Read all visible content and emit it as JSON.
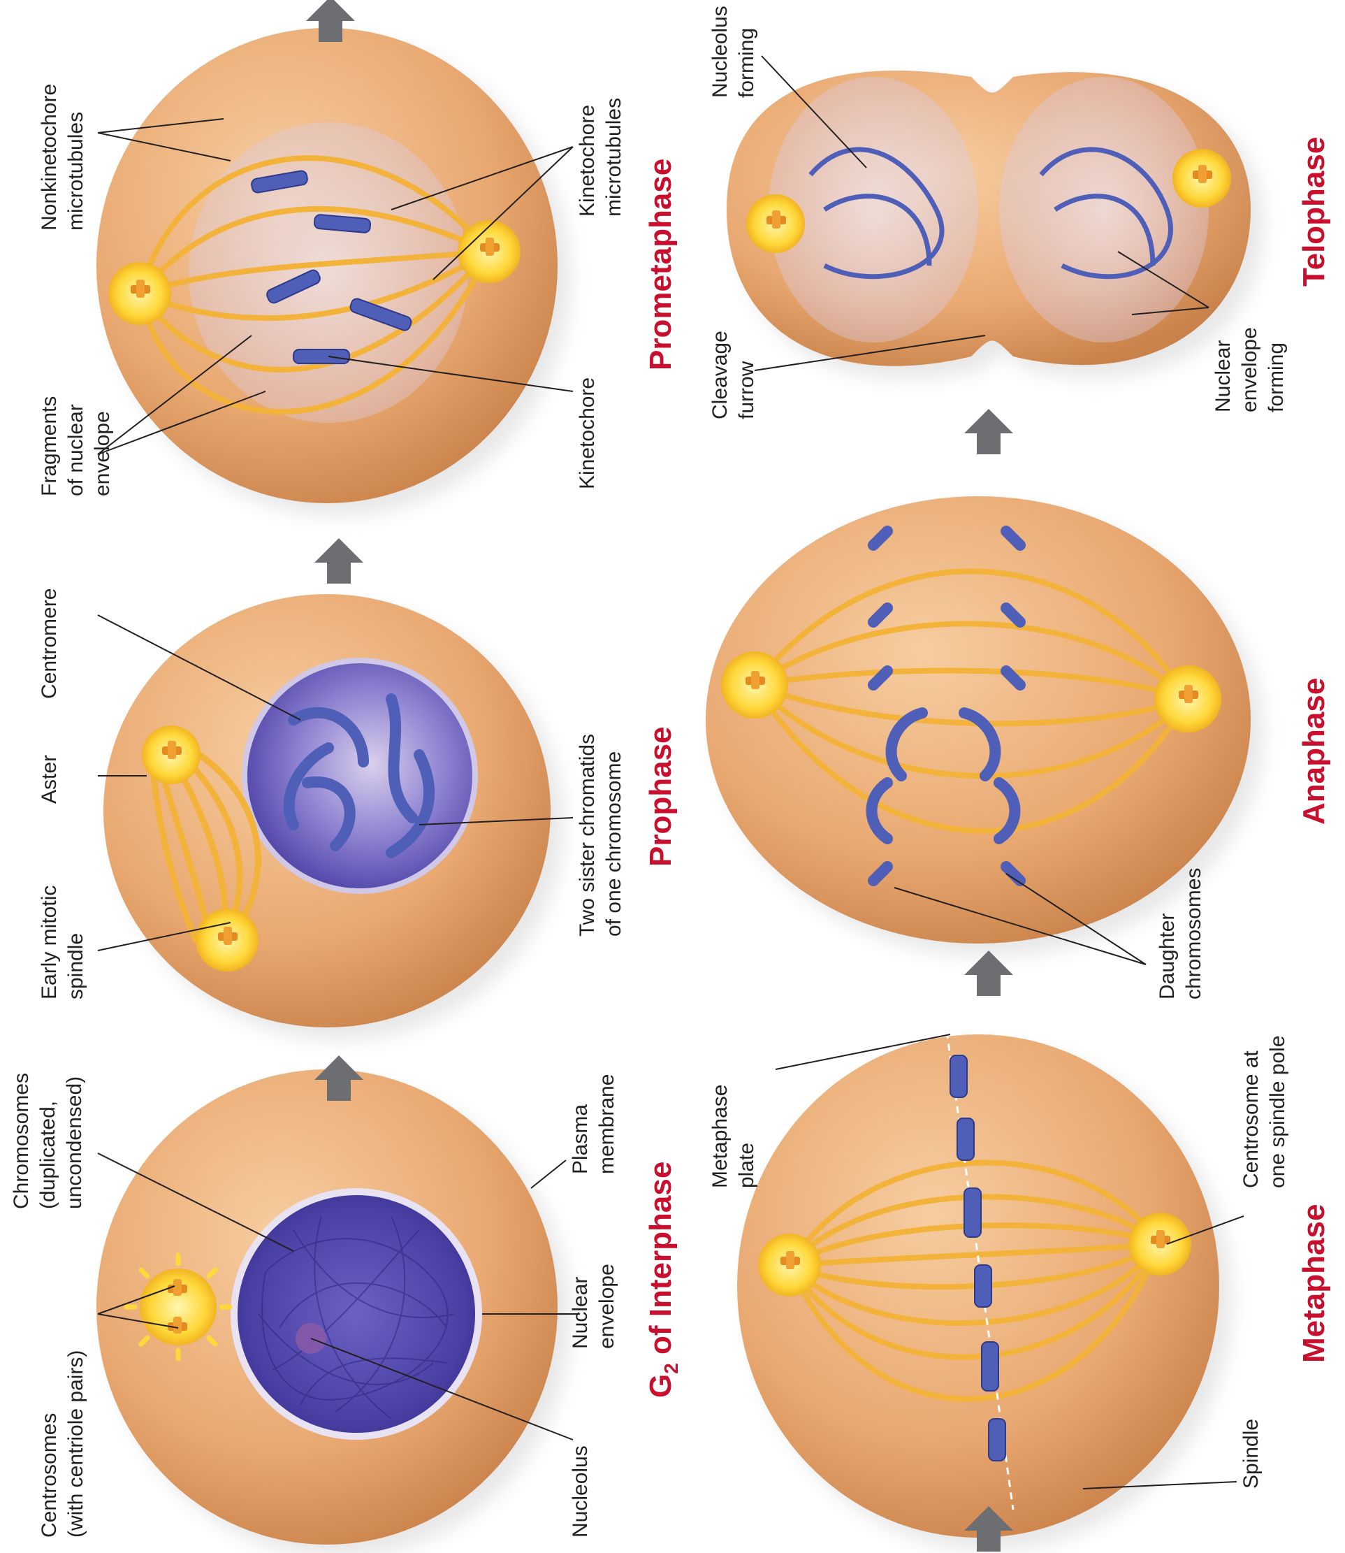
{
  "stages": [
    {
      "id": "g2",
      "title": "G",
      "sub": "2",
      "title_rest": " of Interphase"
    },
    {
      "id": "prophase",
      "title": "Prophase"
    },
    {
      "id": "prometaphase",
      "title": "Prometaphase"
    },
    {
      "id": "metaphase",
      "title": "Metaphase"
    },
    {
      "id": "anaphase",
      "title": "Anaphase"
    },
    {
      "id": "telophase",
      "title": "Telophase"
    }
  ],
  "labels": {
    "centrosomes": [
      "Centrosomes",
      "(with centriole pairs)"
    ],
    "chromosomes": [
      "Chromosomes",
      "(duplicated,",
      "uncondensed)"
    ],
    "nucleolus": [
      "Nucleolus"
    ],
    "nuclear_envelope": [
      "Nuclear",
      "envelope"
    ],
    "plasma_membrane": [
      "Plasma",
      "membrane"
    ],
    "early_spindle": [
      "Early mitotic",
      "spindle"
    ],
    "aster": [
      "Aster"
    ],
    "centromere": [
      "Centromere"
    ],
    "sister_chromatids": [
      "Two sister chromatids",
      "of one chromosome"
    ],
    "fragments": [
      "Fragments",
      "of nuclear",
      "envelope"
    ],
    "nonkinetochore": [
      "Nonkinetochore",
      "microtubules"
    ],
    "kinetochore_mt": [
      "Kinetochore",
      "microtubules"
    ],
    "kinetochore": [
      "Kinetochore"
    ],
    "metaphase_plate": [
      "Metaphase",
      "plate"
    ],
    "centrosome_pole": [
      "Centrosome at",
      "one spindle pole"
    ],
    "spindle": [
      "Spindle"
    ],
    "daughter": [
      "Daughter",
      "chromosomes"
    ],
    "cleavage": [
      "Cleavage",
      "furrow"
    ],
    "nucleolus_forming": [
      "Nucleolus",
      "forming"
    ],
    "envelope_forming": [
      "Nuclear",
      "envelope",
      "forming"
    ]
  },
  "colors": {
    "cell": "#e9a871",
    "cell_dark": "#c9824a",
    "chromosome": "#4f5fb8",
    "microtubule": "#f3b23a",
    "centrosome": "#ffd83a",
    "nucleus": "#5a4fb0",
    "title": "#c8102e",
    "arrow": "#6d6e71"
  }
}
